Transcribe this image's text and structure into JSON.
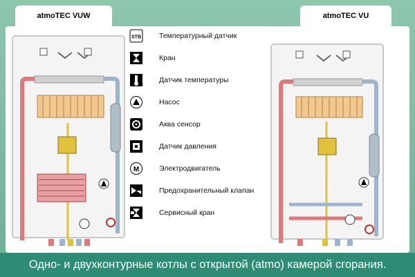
{
  "titles": {
    "left": "atmoTEC VUW",
    "right": "atmoTEC VU"
  },
  "legend": [
    {
      "icon": "stb-icon",
      "label": "Температурный датчик"
    },
    {
      "icon": "valve-icon",
      "label": "Кран"
    },
    {
      "icon": "temperature-sensor-icon",
      "label": "Датчик  температуры"
    },
    {
      "icon": "pump-icon",
      "label": "Насос"
    },
    {
      "icon": "water-sensor-icon",
      "label": "Аква сенсор"
    },
    {
      "icon": "pressure-sensor-icon",
      "label": "Датчик давления"
    },
    {
      "icon": "motor-icon",
      "label": "Электродвигатель"
    },
    {
      "icon": "safety-valve-icon",
      "label": "Предохранительный клапан"
    },
    {
      "icon": "service-valve-icon",
      "label": "Сервисный кран"
    }
  ],
  "stb_label": "STB",
  "motor_label": "M",
  "caption": "Одно- и двухконтурные котлы с открытой (atmo) камерой сгорания.",
  "colors": {
    "hot": "#e0787a",
    "cold": "#9cb4cc",
    "gas": "#e0c23a",
    "background": "#7fb9a2",
    "footer": "#2e8c74"
  }
}
